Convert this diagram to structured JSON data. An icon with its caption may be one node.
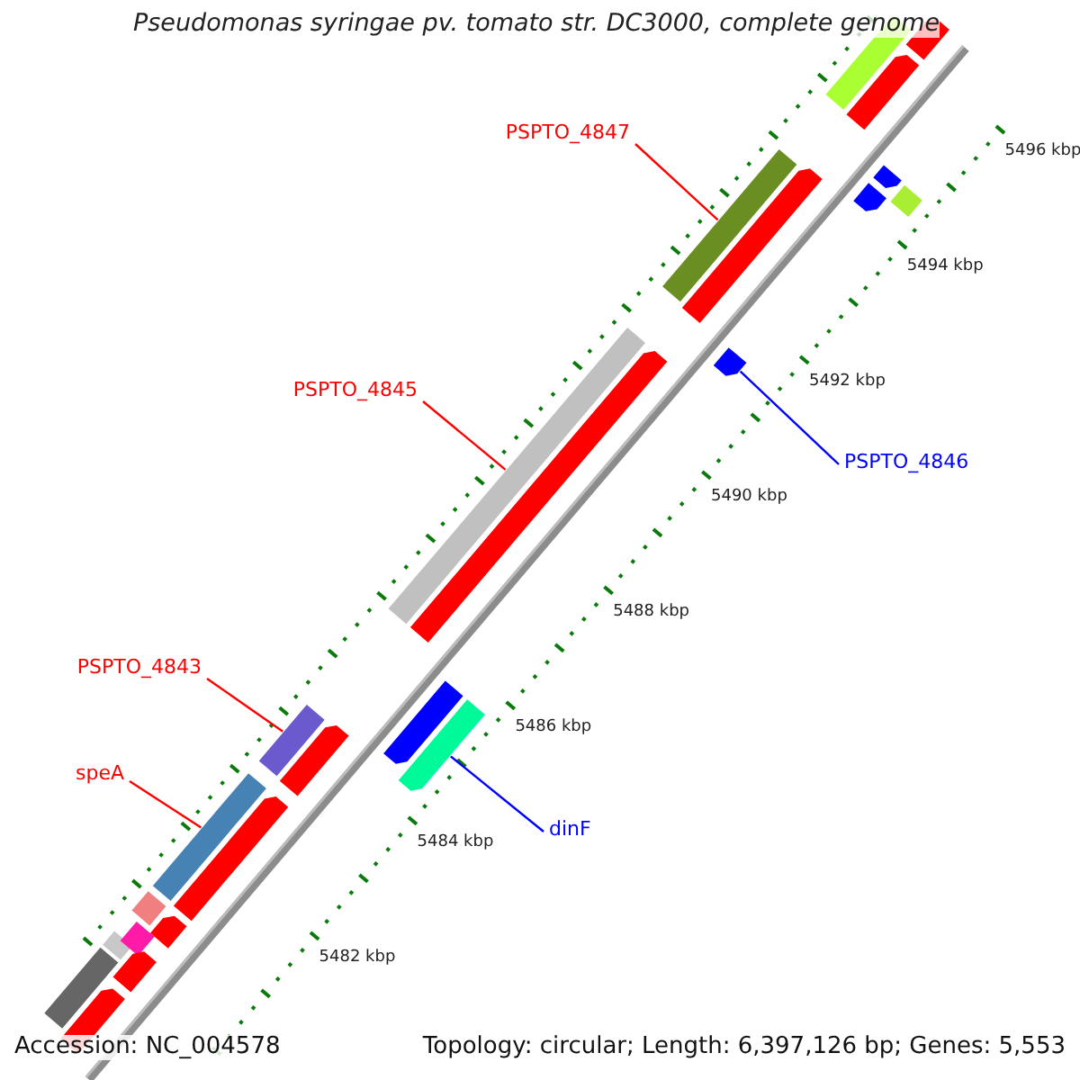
{
  "diagram": {
    "title": "Pseudomonas syringae pv. tomato str. DC3000, complete genome",
    "nodes": [
      {
        "text": [
          "PSPTO_4847"
        ]
      },
      {
        "text": [],
        "shape": "bar"
      },
      {
        "text": [
          "PSPTO_4845"
        ]
      },
      {
        "text": [],
        "shape": "bar"
      },
      {
        "text": [
          "PSPTO_4846"
        ]
      },
      {
        "text": [],
        "shape": "arrow"
      },
      {
        "text": [
          "PSPTO_4843"
        ]
      },
      {
        "text": [],
        "shape": "bar"
      },
      {
        "text": [
          "speA"
        ]
      },
      {
        "text": [],
        "shape": "bar"
      },
      {
        "text": [
          "dinF"
        ]
      },
      {
        "text": [],
        "shape": "arrow"
      }
    ],
    "edges": [
      {
        "from": 0,
        "to": 1,
        "arrow": "none"
      },
      {
        "from": 2,
        "to": 3,
        "arrow": "none"
      },
      {
        "from": 4,
        "to": 5,
        "arrow": "none",
        "color": "#0000ff"
      },
      {
        "from": 6,
        "to": 7,
        "arrow": "none"
      },
      {
        "from": 8,
        "to": 9,
        "arrow": "none"
      },
      {
        "from": 10,
        "to": 11,
        "arrow": "none",
        "color": "#0000ff"
      }
    ],
    "labels": [
      "5496 kbp",
      "5494 kbp",
      "5492 kbp",
      "5490 kbp",
      "5488 kbp",
      "5486 kbp",
      "5484 kbp",
      "5482 kbp",
      "Accession: NC_004578",
      "Topology: circular; Length: 6,397,126 bp; Genes: 5,553"
    ]
  }
}
